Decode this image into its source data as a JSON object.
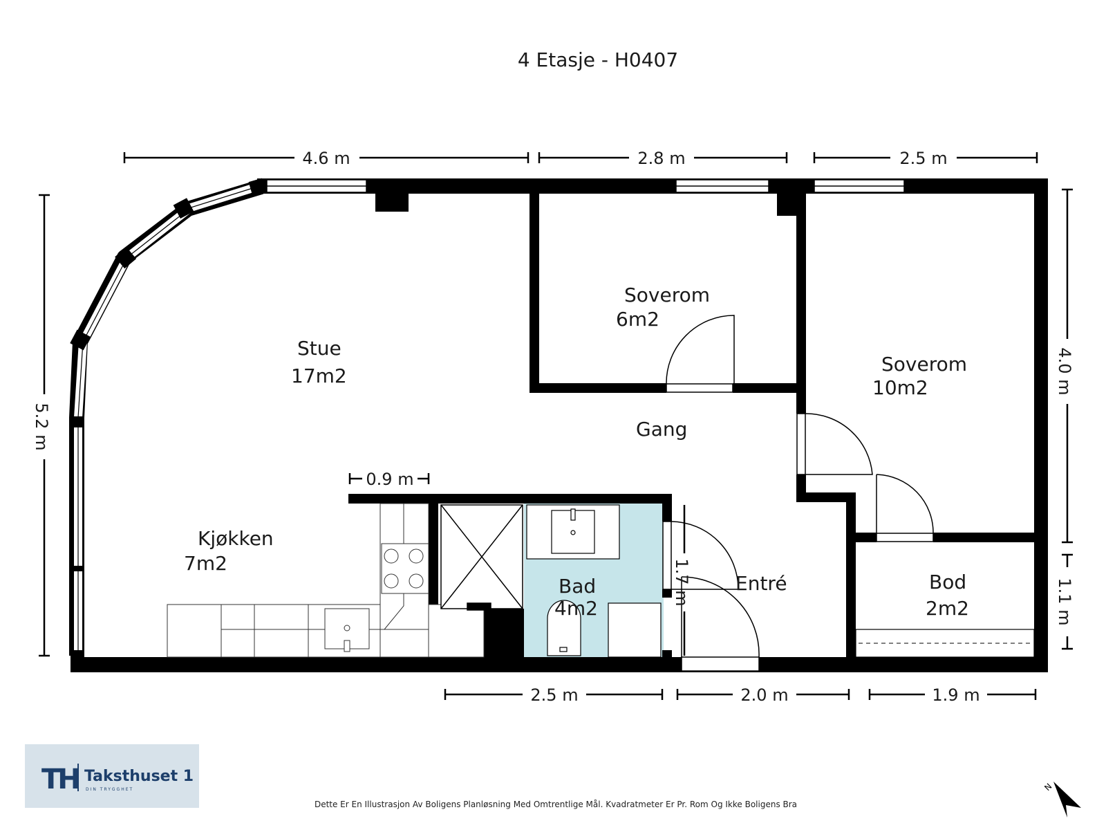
{
  "title": "4 Etasje - H0407",
  "rooms": {
    "stue": {
      "name": "Stue",
      "area": "17m2"
    },
    "kjokken": {
      "name": "Kjøkken",
      "area": "7m2"
    },
    "soverom_small": {
      "name": "Soverom",
      "area": "6m2"
    },
    "soverom_large": {
      "name": "Soverom",
      "area": "10m2"
    },
    "gang": {
      "name": "Gang"
    },
    "bad": {
      "name": "Bad",
      "area": "4m2"
    },
    "entre": {
      "name": "Entré"
    },
    "bod": {
      "name": "Bod",
      "area": "2m2"
    }
  },
  "dimensions": {
    "top_left": "4.6 m",
    "top_middle": "2.8 m",
    "top_right": "2.5 m",
    "left": "5.2 m",
    "right_upper": "4.0 m",
    "right_lower": "1.1 m",
    "bottom_left": "2.5 m",
    "bottom_middle": "2.0 m",
    "bottom_right": "1.9 m",
    "kitchen_counter": "0.9 m",
    "entre_depth": "1.7 m"
  },
  "logo": {
    "name": "Taksthuset 1",
    "tagline": "DIN TRYGGHET",
    "mark": "TH"
  },
  "north_label": "N",
  "disclaimer": "Dette Er En Illustrasjon Av Boligens Planløsning Med Omtrentlige Mål. Kvadratmeter Er Pr. Rom Og Ikke Boligens Bra",
  "colors": {
    "wall": "#000000",
    "bathroom": "#c6e5ea",
    "logo_bg": "#d7e2ea",
    "logo_text": "#1d3f6b"
  }
}
